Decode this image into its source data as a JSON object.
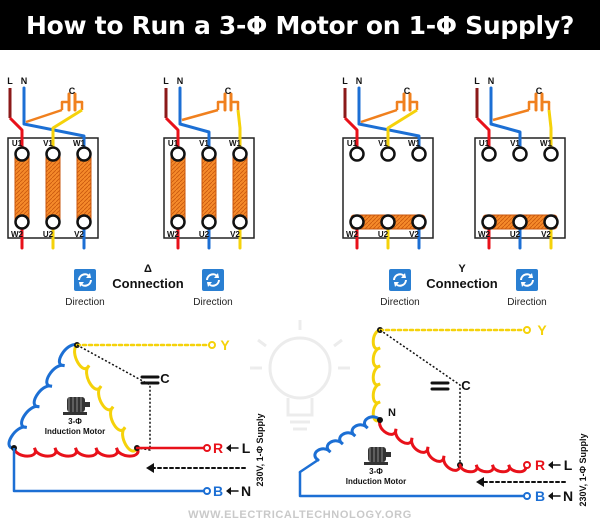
{
  "title": "How to Run a 3-Φ Motor on 1-Φ Supply?",
  "colors": {
    "live": "#e8111a",
    "neutral": "#1c6fd4",
    "capacitor": "#f0801e",
    "third_wire": "#f5d20a",
    "winding_fill": "#f58a2a",
    "terminal_blue": "#2a7fd2",
    "dark_red_wire": "#8b1a1a"
  },
  "top_labels": {
    "L": "L",
    "N": "N",
    "C": "C"
  },
  "terminals": {
    "top": [
      "U1",
      "V1",
      "W1"
    ],
    "bottom": [
      "W2",
      "U2",
      "V2"
    ]
  },
  "delta": {
    "symbol": "Δ",
    "label": "Connection",
    "direction_labels": [
      "Direction",
      "Direction"
    ]
  },
  "star": {
    "symbol": "Y",
    "label": "Connection",
    "direction_labels": [
      "Direction",
      "Direction"
    ]
  },
  "delta_schematic": {
    "motor_label_1": "3-Φ",
    "motor_label_2": "Induction Motor",
    "cap_label": "C",
    "Y": "Y",
    "R_label": "R",
    "L_label": "L",
    "B_label": "B",
    "N_label": "N",
    "supply_label": "230V, 1-Φ Supply"
  },
  "star_schematic": {
    "motor_label_1": "3-Φ",
    "motor_label_2": "Induction Motor",
    "cap_label": "C",
    "center_N": "N",
    "Y": "Y",
    "R_label": "R",
    "L_label": "L",
    "B_label": "B",
    "N_label": "N",
    "supply_label": "230V, 1-Φ Supply"
  },
  "watermark": "WWW.ELECTRICALTECHNOLOGY.ORG"
}
